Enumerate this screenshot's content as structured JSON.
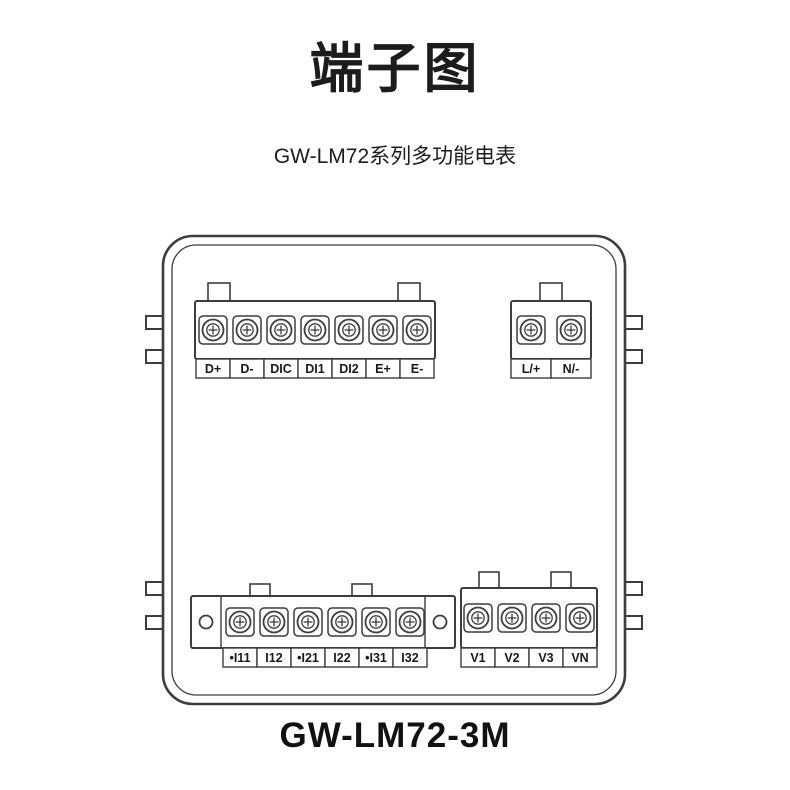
{
  "page": {
    "title": "端子图",
    "subtitle": "GW-LM72系列多功能电表",
    "model": "GW-LM72-3M"
  },
  "colors": {
    "line": "#3d3d3d",
    "text": "#1a1a1a",
    "background": "#ffffff"
  },
  "terminals": {
    "top_left": [
      "D+",
      "D-",
      "DIC",
      "DI1",
      "DI2",
      "E+",
      "E-"
    ],
    "top_right": [
      "L/+",
      "N/-"
    ],
    "bottom_left": [
      "•I11",
      "I12",
      "•I21",
      "I22",
      "•I31",
      "I32"
    ],
    "bottom_right": [
      "V1",
      "V2",
      "V3",
      "VN"
    ]
  }
}
